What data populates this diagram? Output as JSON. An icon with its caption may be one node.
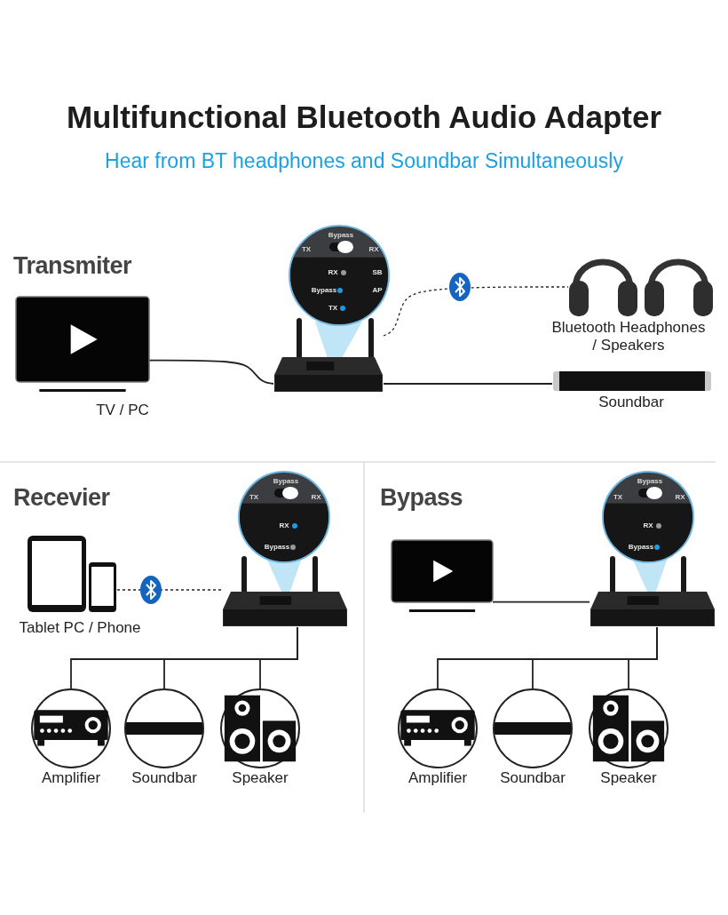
{
  "diagram": {
    "title": "Multifunctional Bluetooth Audio Adapter",
    "nodes": [
      {
        "text": [
          "Bypass",
          "TX",
          "RX",
          "RX",
          "SB",
          "Bypass",
          "AP",
          "TX"
        ]
      },
      {
        "text": [],
        "shape": "picture",
        "beside": [
          "TV / PC"
        ]
      },
      {
        "text": [],
        "shape": "picture"
      },
      {
        "text": [],
        "shape": "picture",
        "beside": [
          "Bluetooth Headphones / Speakers"
        ]
      },
      {
        "text": [],
        "shape": "bar",
        "beside": [
          "Soundbar"
        ]
      },
      {
        "text": [
          "Bypass",
          "TX",
          "RX",
          "RX",
          "Bypass"
        ]
      },
      {
        "text": [],
        "shape": "picture",
        "beside": [
          "Tablet PC / Phone"
        ]
      },
      {
        "text": [],
        "shape": "picture"
      },
      {
        "text": [],
        "shape": "circle",
        "beside": [
          "Amplifier"
        ]
      },
      {
        "text": [],
        "shape": "circle",
        "beside": [
          "Soundbar"
        ]
      },
      {
        "text": [],
        "shape": "circle",
        "beside": [
          "Speaker"
        ]
      },
      {
        "text": [
          "Bypass",
          "TX",
          "RX",
          "RX",
          "Bypass"
        ]
      },
      {
        "text": [],
        "shape": "picture"
      },
      {
        "text": [],
        "shape": "picture"
      },
      {
        "text": [],
        "shape": "circle",
        "beside": [
          "Amplifier"
        ]
      },
      {
        "text": [],
        "shape": "circle",
        "beside": [
          "Soundbar"
        ]
      },
      {
        "text": [],
        "shape": "circle",
        "beside": [
          "Speaker"
        ]
      }
    ],
    "edges": [
      {
        "from": 1,
        "to": 2,
        "arrow": "none"
      },
      {
        "from": 2,
        "to": 3,
        "arrow": "none",
        "style": "dashed"
      },
      {
        "from": 2,
        "to": 4,
        "arrow": "none"
      },
      {
        "from": 6,
        "to": 7,
        "arrow": "none",
        "style": "dashed"
      },
      {
        "from": 7,
        "to": 8,
        "arrow": "none"
      },
      {
        "from": 7,
        "to": 9,
        "arrow": "none"
      },
      {
        "from": 7,
        "to": 10,
        "arrow": "none"
      },
      {
        "from": 12,
        "to": 13,
        "arrow": "none"
      },
      {
        "from": 13,
        "to": 14,
        "arrow": "none"
      },
      {
        "from": 13,
        "to": 15,
        "arrow": "none"
      },
      {
        "from": 13,
        "to": 16,
        "arrow": "none"
      }
    ],
    "labels": [
      "Hear from BT headphones and Soundbar Simultaneously",
      "Transmiter",
      "Recevier",
      "Bypass"
    ]
  }
}
